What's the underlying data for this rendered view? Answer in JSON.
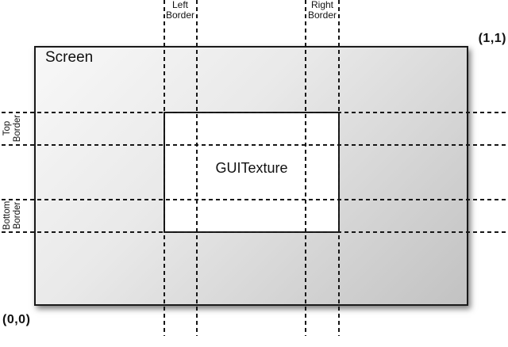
{
  "screen": {
    "label": "Screen"
  },
  "texture": {
    "label": "GUITexture"
  },
  "coords": {
    "top_right": "(1,1)",
    "bottom_left": "(0,0)"
  },
  "borders": {
    "left": {
      "line1": "Left",
      "line2": "Border"
    },
    "right": {
      "line1": "Right",
      "line2": "Border"
    },
    "top": {
      "line1": "Top",
      "line2": "Border"
    },
    "bottom": {
      "line1": "Bottom",
      "line2": "Border"
    }
  },
  "colors": {
    "line": "#1a1a1a",
    "screen_gradient_start": "#f8f8f8",
    "screen_gradient_end": "#c2c2c2",
    "texture_fill": "#ffffff",
    "background": "#ffffff"
  }
}
